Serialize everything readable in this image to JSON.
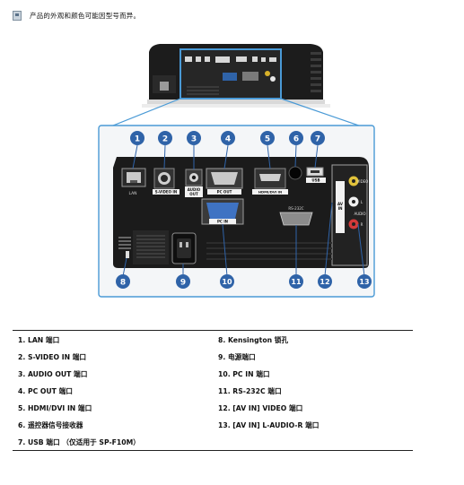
{
  "note": {
    "icon": "note-icon",
    "text": "产品的外观和颜色可能因型号而异。"
  },
  "figure": {
    "port_labels": {
      "lan": "LAN",
      "s_video": "S-VIDEO IN",
      "audio_out_line1": "AUDIO",
      "audio_out_line2": "OUT",
      "pc_out": "PC OUT",
      "hdmi": "HDMI/DVI IN",
      "usb": "USB",
      "pc_in": "PC IN",
      "rs232c": "RS-232C",
      "av_in_line1": "AV",
      "av_in_line2": "IN",
      "video": "VIDEO",
      "audio": "AUDIO",
      "audio_l": "L",
      "audio_r": "R"
    },
    "callouts": [
      "1",
      "2",
      "3",
      "4",
      "5",
      "6",
      "7",
      "8",
      "9",
      "10",
      "11",
      "12",
      "13"
    ],
    "colors": {
      "callout": "#2f63a8",
      "frame": "#4a9ad6",
      "panel": "#1b1b1b"
    }
  },
  "legend": {
    "left": [
      "1. LAN 端口",
      "2. S-VIDEO IN 端口",
      "3. AUDIO OUT 端口",
      "4. PC OUT 端口",
      "5. HDMI/DVI IN 端口",
      "6. 遥控器信号接收器",
      "7. USB 端口 （仅适用于 SP-F10M）"
    ],
    "right": [
      "8. Kensington 锁孔",
      "9. 电源端口",
      "10. PC IN 端口",
      "11. RS-232C 端口",
      "12. [AV IN] VIDEO 端口",
      "13. [AV IN] L-AUDIO-R 端口"
    ]
  }
}
